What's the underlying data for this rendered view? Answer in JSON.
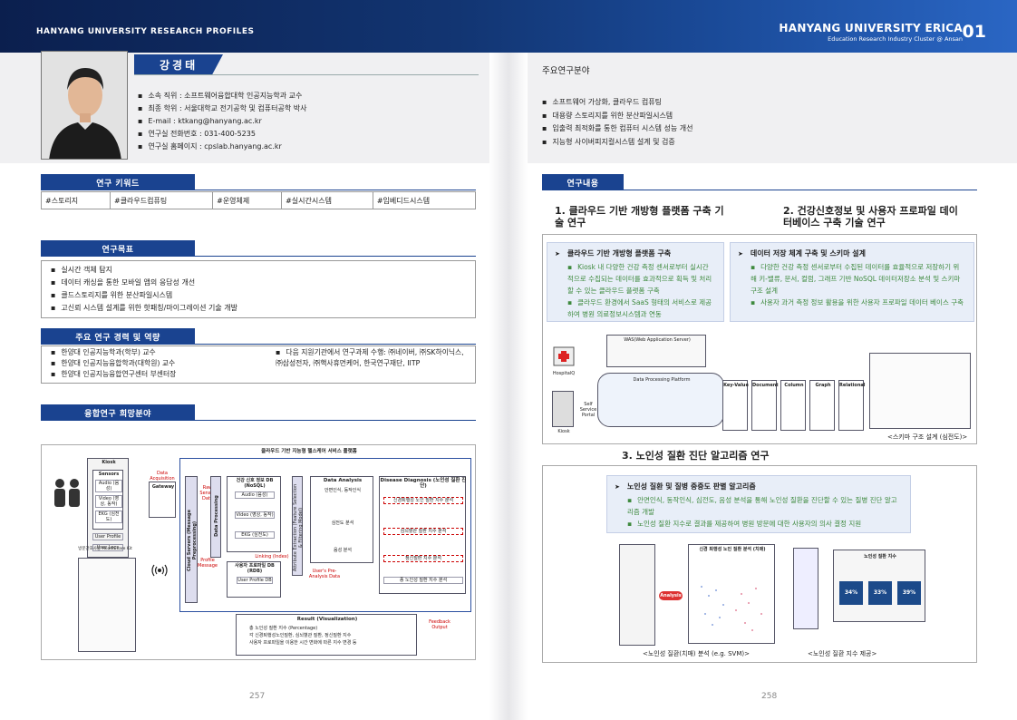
{
  "header": {
    "left_title": "HANYANG UNIVERSITY RESEARCH PROFILES",
    "right_title": "HANYANG UNIVERSITY ERICA",
    "right_subtitle": "Education Research Industry Cluster @ Ansan",
    "page_index": "01"
  },
  "profile": {
    "name": "강경태",
    "info": [
      "소속 직위 : 소프트웨어융합대학 인공지능학과 교수",
      "최종 학위 : 서울대학교 전기공학 및 컴퓨터공학 박사",
      "E-mail : ktkang@hanyang.ac.kr",
      "연구실 전화번호 : 031-400-5235",
      "연구실 홈페이지 : cpslab.hanyang.ac.kr"
    ]
  },
  "research_area": {
    "title": "주요연구분야",
    "items": [
      "소프트웨어 가상화, 클라우드 컴퓨팅",
      "대용량 스토리지를 위한 분산파일시스템",
      "입출력 최적화를 통한 컴퓨터 시스템 성능 개선",
      "지능형 사이버피지컬시스템 설계 및 검증"
    ]
  },
  "keywords": {
    "label": "연구 키워드",
    "items": [
      "#스토리지",
      "#클라우드컴퓨팅",
      "#운영체제",
      "#실시간시스템",
      "#임베디드시스템"
    ]
  },
  "goals": {
    "label": "연구목표",
    "items": [
      "실시간 객체 탐지",
      "데이터 캐싱을 통한 모바일 앱의 응답성 개선",
      "클드스토리지를 위한 분산파일시스템",
      "고신뢰 시스템 설계를 위한 핫패칭/마이그레이션 기술 개발"
    ]
  },
  "career": {
    "label": "주요 연구 경력 및 역량",
    "left": [
      "한양대 인공지능학과(학부) 교수",
      "한양대 인공지능융합학과(대학원) 교수",
      "한양대 인공지능융합연구센터 부센터장"
    ],
    "right": "다음 지원기관에서 연구과제 수행: ㈜네이버, ㈜SK하이닉스, ㈜삼성전자, ㈜핵사휴먼케어, 한국연구재단, IITP"
  },
  "convergence": {
    "label": "융합연구 희망분야",
    "diagram_title": "클라우드 기반 지능형 헬스케어 서비스 플랫폼",
    "kiosk": "Kiosk",
    "sensors": "Sensors",
    "sensor_items": [
      "Audio (음성)",
      "Video (영상, 동작)",
      "EKG (심전도)"
    ],
    "user_profile": "User Profile",
    "user_logs": "User Logs",
    "gateway": "Gateway",
    "data_acquisition": "Data Acquisition",
    "cloud_servers": "Cloud Servers (Message Preprocessing)",
    "data_processing": "Data Processing",
    "raw_sensor": "Raw Sensor Data",
    "profile_message": "Profile Message",
    "health_db": "건강 신호 정보 DB (NoSQL)",
    "db_items": [
      "Audio (음성)",
      "Video (영상, 동작)",
      "EKG (심전도)"
    ],
    "linking": "Linking (Index)",
    "user_db": "사용자 프로파일 DB (RDB)",
    "user_profile_db": "User Profile DB",
    "attr_extraction": "Attribute Extraction (Feature Selection & Filtering Model)",
    "users_pre": "User's Pre-Analysis Data",
    "data_analysis": "Data Analysis",
    "analysis_items": [
      "안면인식, 동작인식",
      "심전도 분석",
      "음성 분석"
    ],
    "disease": "Disease Diagnosis (노인성 질환 진단)",
    "disease_items": [
      "신경퇴행성 노인 질환 지수 분석",
      "심뇌혈관 질환 지수 분석",
      "정신질환 지수 분석",
      "종 노인성 질환 지수 분석"
    ],
    "home_kit": "방문간호사용 Health care Kit",
    "result_title": "Result (Visualization)",
    "result_items": [
      "총 노인성 질환 지수 (Percentage)",
      "각 신경퇴행성노인질환, 심뇌혈관 질환, 정신질환 지수",
      "사용자 프로파일을 이용한 시간 변화에 따른 지수 변경 등"
    ],
    "feedback": "Feedback Output"
  },
  "research_content": {
    "label": "연구내용",
    "title1": "1. 클라우드 기반 개방형 플랫폼 구축 기술 연구",
    "title2": "2. 건강신호정보 및 사용자 프로파일 데이터베이스 구축 기술 연구",
    "panel1_title": "클라우드 기반 개방형 플랫폼 구축",
    "panel1_items": [
      "Kiosk 내 다양한 건강 측정 센서로부터 실시간적으로 수집되는 데이터를 효과적으로 획득 및 처리할 수 있는 클라우드 플랫폼 구축",
      "클라우드 환경에서 SaaS 형태의 서비스로 제공하여 병원 의료정보시스템과 연동"
    ],
    "panel2_title": "데이터 저장 체계 구축 및 스키마 설계",
    "panel2_items": [
      "다양한 건강 측정 센서로부터 수집된 데이터를 효율적으로 저장하기 위해 키-밸류, 문서, 컬럼, 그래프 기반 NoSQL 데이터저장소 분석 및 스키마 구조 설계",
      "사용자 과거 측정 정보 활용을 위한 사용자 프로파일 데이터 베이스 구축"
    ],
    "fig1_labels": [
      "HospitalQ",
      "WAS(Web Application Server)",
      "Data Processing Platform",
      "Self Service Portal",
      "Kiosk"
    ],
    "db_types": [
      "Key-Value",
      "Document",
      "Column",
      "Graph",
      "Relational"
    ],
    "schema_caption": "<스키마 구조 설계 (심전도)>",
    "title3": "3. 노인성 질환 진단 알고리즘 연구",
    "panel3_title": "노인성 질환 및 질병 중증도 판별 알고리즘",
    "panel3_items": [
      "안면인식, 동작인식, 심전도, 음성 분석을 통해 노인성 질환을 진단할 수 있는 질병 진단 알고리즘 개발",
      "노인성 질환 지수로 결과를 제공하여 병원 방문에 대한 사용자의 의사 결정 지원"
    ],
    "caption_a": "<노인성 질환(치매) 분석 (e.g. SVM)>",
    "caption_b": "<노인성 질환 지수 제공>",
    "fig3_title": "신경 퇴행성 노인 질환 분석 (치매)",
    "fig3_side": "노인성 질환 지수",
    "analysis_label": "Analysis",
    "pct": [
      "34%",
      "33%",
      "39%"
    ]
  },
  "page_numbers": {
    "left": "257",
    "right": "258"
  }
}
